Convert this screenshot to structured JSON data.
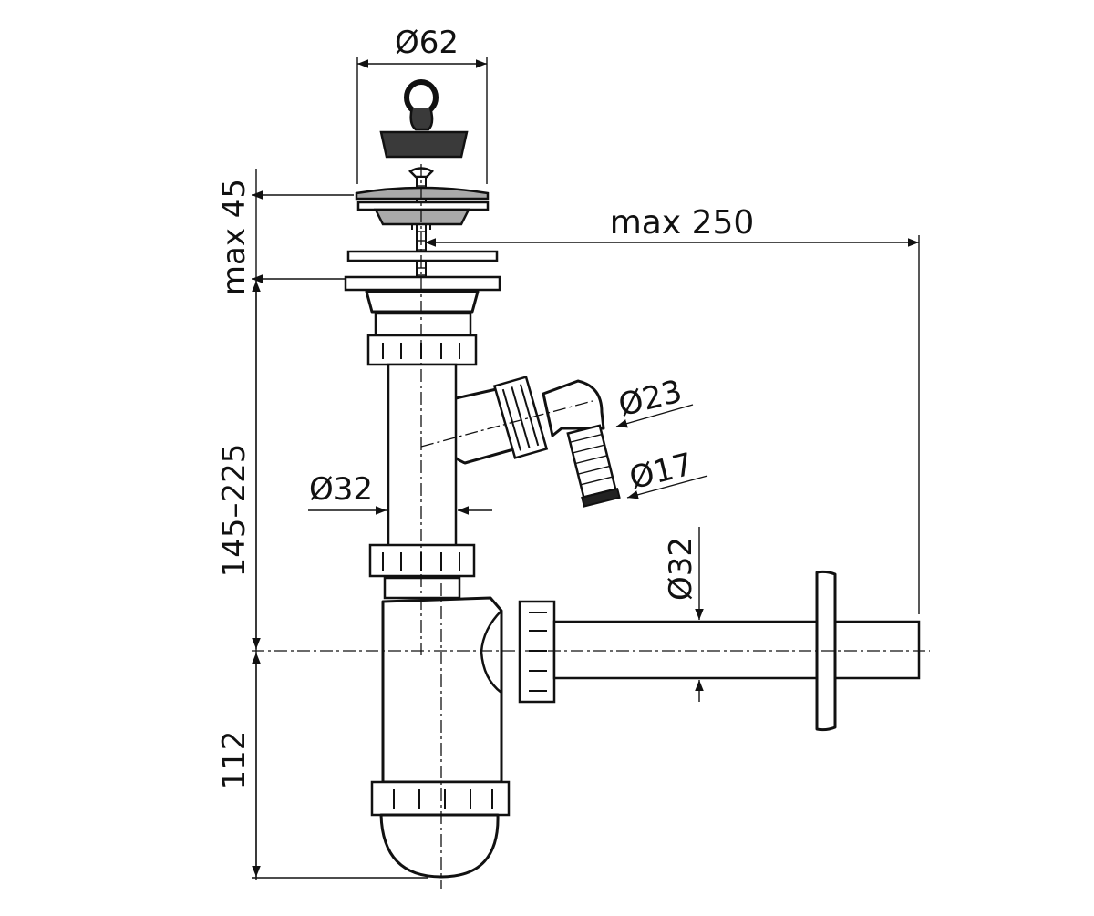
{
  "dimensions": {
    "top_diameter": "Ø62",
    "max_height_top": "max 45",
    "max_length": "max 250",
    "hose_outer_diameter": "Ø23",
    "hose_inner_diameter": "Ø17",
    "vertical_pipe_diameter": "Ø32",
    "outlet_pipe_diameter": "Ø32",
    "height_range": "145–225",
    "bottom_height": "112"
  }
}
